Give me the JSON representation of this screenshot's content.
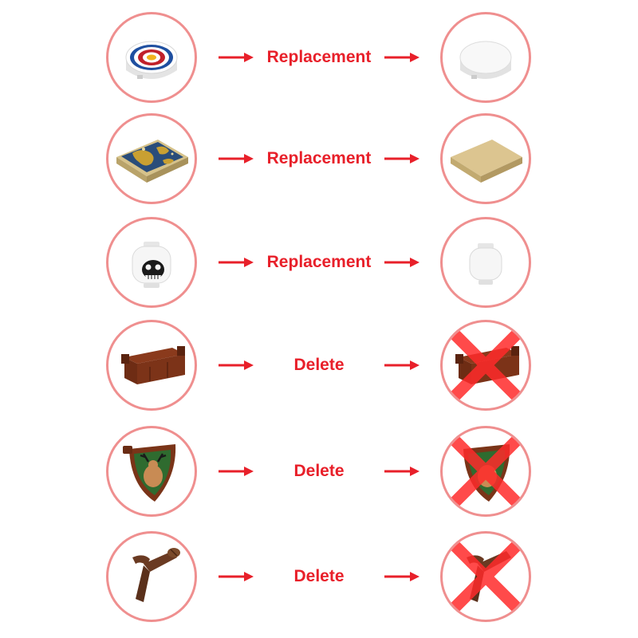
{
  "colors": {
    "circle_border": "#ef8f8f",
    "arrow": "#e8202a",
    "label": "#e8202a",
    "cross": "#ff2b2b"
  },
  "rows": [
    {
      "action": "Replacement",
      "left_icon": "target-tile-icon",
      "right_icon": "plain-round-tile-icon"
    },
    {
      "action": "Replacement",
      "left_icon": "map-tile-icon",
      "right_icon": "plain-tan-tile-icon"
    },
    {
      "action": "Replacement",
      "left_icon": "skull-head-icon",
      "right_icon": "plain-head-icon"
    },
    {
      "action": "Delete",
      "left_icon": "brown-crate-icon",
      "right_icon": "crossed-out-crate-icon"
    },
    {
      "action": "Delete",
      "left_icon": "deer-shield-icon",
      "right_icon": "crossed-out-shield-icon"
    },
    {
      "action": "Delete",
      "left_icon": "quiver-icon",
      "right_icon": "crossed-out-quiver-icon"
    }
  ]
}
